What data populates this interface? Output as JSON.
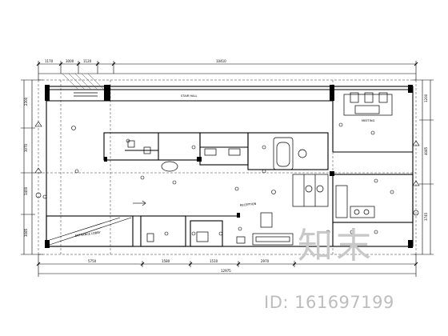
{
  "drawing": {
    "dims_top": [
      "1170",
      "3000",
      "1120",
      "10410"
    ],
    "dims_bottom": [
      "5750",
      "1580",
      "1510",
      "2970",
      "12975"
    ],
    "dims_left": [
      "2300",
      "3070",
      "3400",
      "3085"
    ],
    "dims_right": [
      "1200",
      "4085",
      "3745"
    ],
    "room_labels": [
      "ENTRANCE LOBBY",
      "RECEPTION",
      "STAIR HALL",
      "MEETING"
    ],
    "stroke_color": "#000000",
    "hatch_color": "#555555"
  },
  "watermark": {
    "brand": "知末",
    "id_text": "ID: 161697199",
    "color": "#c0c0c0"
  }
}
